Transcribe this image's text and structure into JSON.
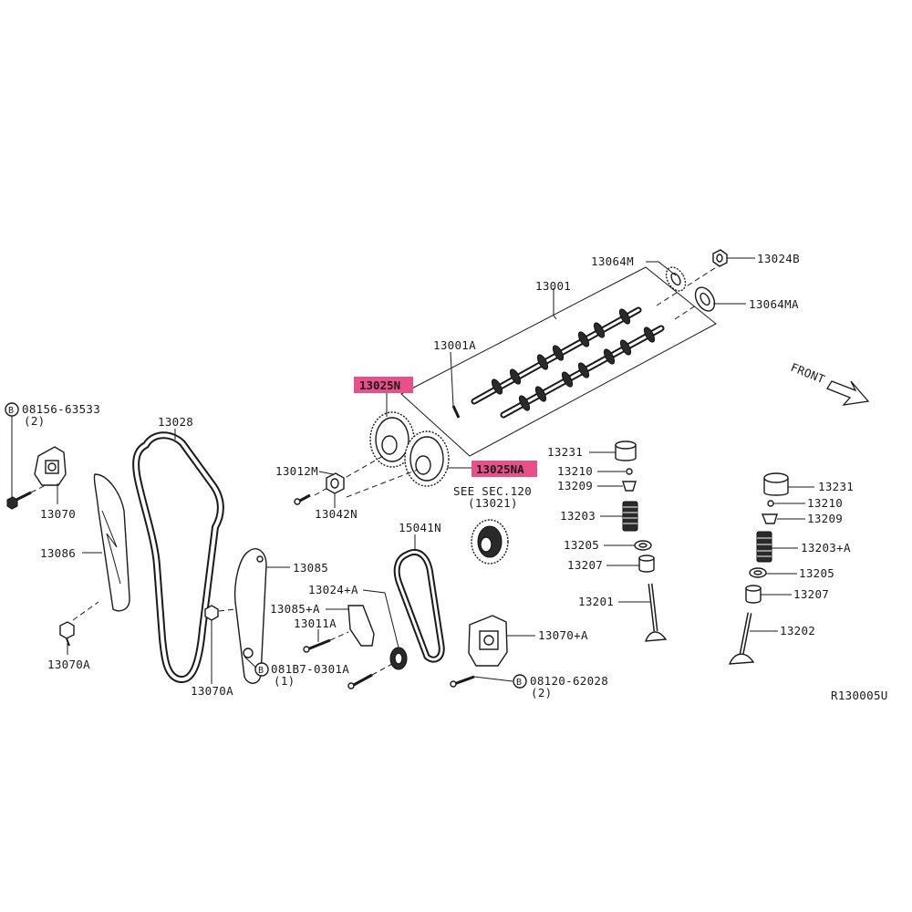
{
  "diagram_id": "R130005U",
  "front_label": "FRONT",
  "highlight_color": "#e8508a",
  "parts": {
    "p13024B": "13024B",
    "p13064M": "13064M",
    "p13064MA": "13064MA",
    "p13001": "13001",
    "p13001A": "13001A",
    "p13025N": "13025N",
    "p13025NA": "13025NA",
    "p13012M": "13012M",
    "p13042N": "13042N",
    "see_sec": "SEE SEC.120",
    "see_sec_ref": "(13021)",
    "bolt1": "08156-63533",
    "bolt1_qty": "(2)",
    "p13070": "13070",
    "p13086": "13086",
    "p13070A_left": "13070A",
    "p13028": "13028",
    "p13070A_mid": "13070A",
    "p13085": "13085",
    "p13024A": "13024+A",
    "p13085A": "13085+A",
    "p13011A": "13011A",
    "bolt2": "081B7-0301A",
    "bolt2_qty": "(1)",
    "p15041N": "15041N",
    "p13070P": "13070+A",
    "bolt3": "08120-62028",
    "bolt3_qty": "(2)",
    "p13231_l": "13231",
    "p13210_l": "13210",
    "p13209_l": "13209",
    "p13203_l": "13203",
    "p13205_l": "13205",
    "p13207_l": "13207",
    "p13201": "13201",
    "p13231_r": "13231",
    "p13210_r": "13210",
    "p13209_r": "13209",
    "p13203_r": "13203+A",
    "p13205_r": "13205",
    "p13207_r": "13207",
    "p13202": "13202"
  }
}
